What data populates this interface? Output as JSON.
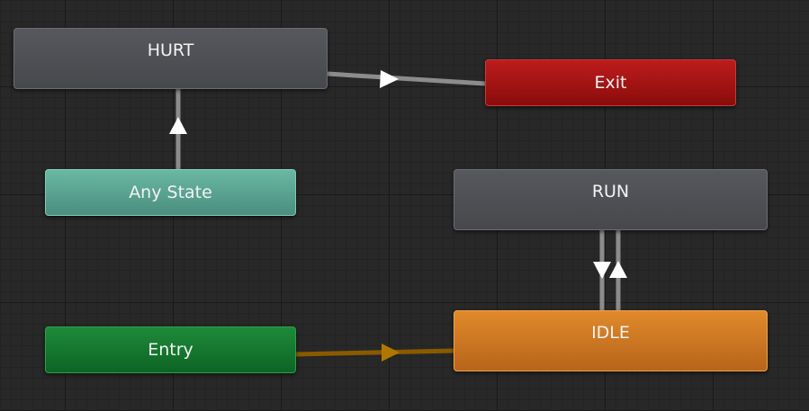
{
  "graph": {
    "nodes": {
      "hurt": {
        "label": "HURT"
      },
      "exit": {
        "label": "Exit"
      },
      "any_state": {
        "label": "Any State"
      },
      "run": {
        "label": "RUN"
      },
      "entry": {
        "label": "Entry"
      },
      "idle": {
        "label": "IDLE"
      }
    },
    "transitions": [
      {
        "from": "Any State",
        "to": "HURT"
      },
      {
        "from": "HURT",
        "to": "Exit"
      },
      {
        "from": "RUN",
        "to": "IDLE"
      },
      {
        "from": "IDLE",
        "to": "RUN"
      },
      {
        "from": "Entry",
        "to": "IDLE"
      }
    ],
    "colors": {
      "background": "#282828",
      "state": "#4e5054",
      "default_state": "#cc7622",
      "exit": "#a31414",
      "any_state": "#5aa391",
      "entry": "#157a30",
      "transition": "#8c8c8c",
      "entry_transition": "#8a5a00"
    }
  }
}
